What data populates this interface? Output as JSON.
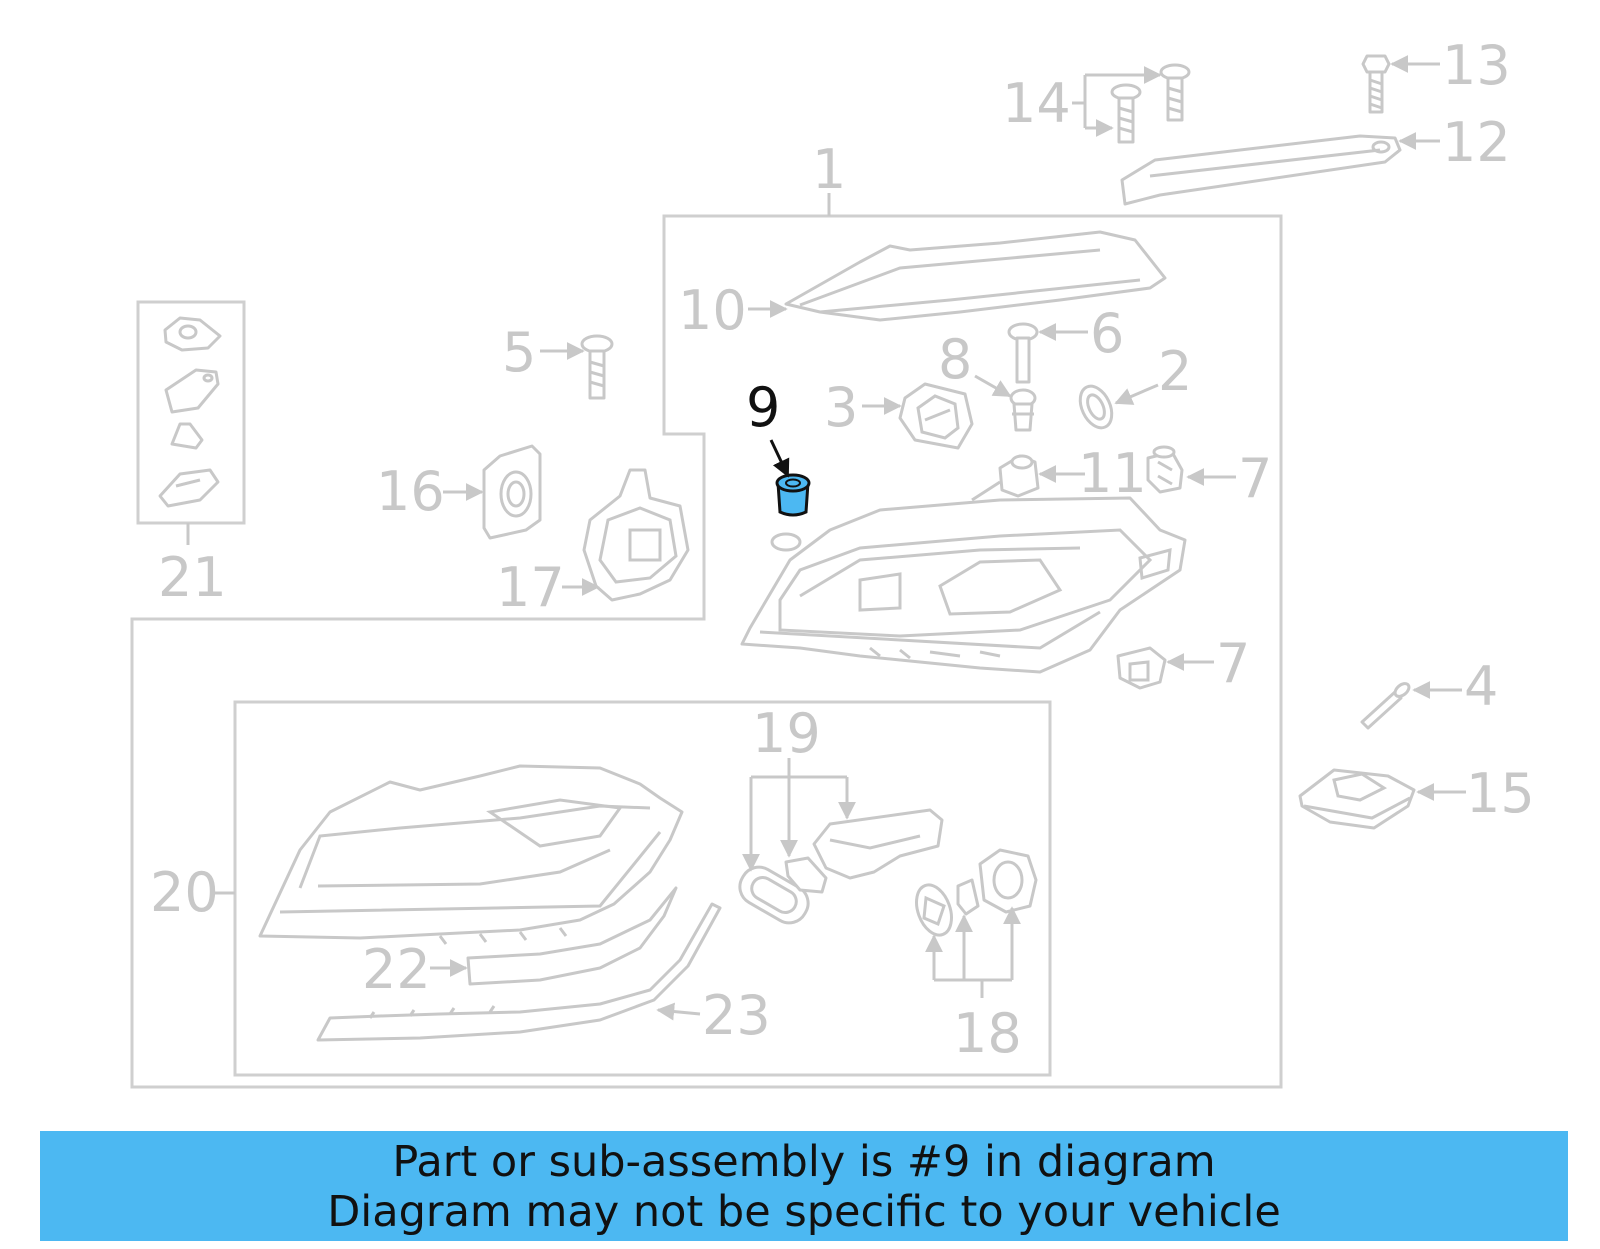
{
  "highlight_color": "#4cb8f2",
  "line_color": "#c8c8c8",
  "callouts": {
    "c1": "1",
    "c2": "2",
    "c3": "3",
    "c4": "4",
    "c5": "5",
    "c6": "6",
    "c7a": "7",
    "c7b": "7",
    "c8": "8",
    "c9": "9",
    "c10": "10",
    "c11": "11",
    "c12": "12",
    "c13": "13",
    "c14": "14",
    "c15": "15",
    "c16": "16",
    "c17": "17",
    "c18": "18",
    "c19": "19",
    "c20": "20",
    "c21": "21",
    "c22": "22",
    "c23": "23"
  },
  "banner": {
    "line1": "Part or sub-assembly is #9 in diagram",
    "line2": "Diagram may not be specific to your vehicle"
  }
}
